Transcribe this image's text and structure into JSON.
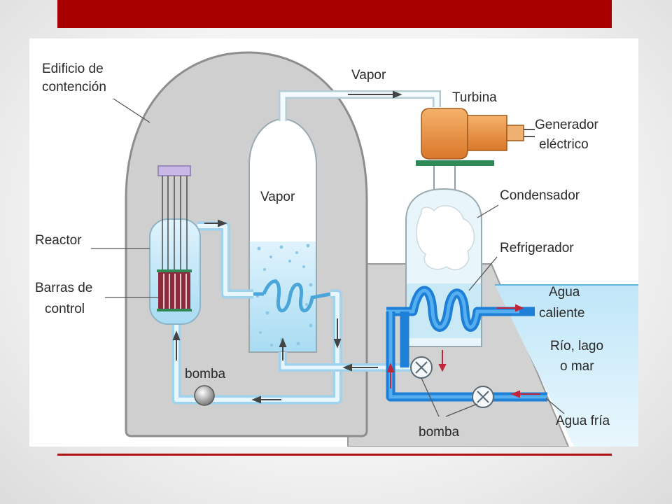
{
  "colors": {
    "header_bar": "#a80000",
    "rule": "#b01010",
    "building_fill": "#cfcfcf",
    "water_primary": "#bfe4f5",
    "water_secondary": "#2f8fe0",
    "turbine": "#e8943a",
    "generator_stand": "#2e8b57",
    "control_rods": "#8b2c3c"
  },
  "labels": {
    "containment_building": [
      "Edificio de",
      "contención"
    ],
    "vapor_pipe": "Vapor",
    "turbine": "Turbina",
    "generator": [
      "Generador",
      "eléctrico"
    ],
    "vapor_vessel": "Vapor",
    "condenser": "Condensador",
    "reactor": "Reactor",
    "refrigerator": "Refrigerador",
    "control_rods": [
      "Barras de",
      "control"
    ],
    "hot_water": [
      "Agua",
      "caliente"
    ],
    "river": [
      "Río, lago",
      "o mar"
    ],
    "pump_inner": "bomba",
    "pump_outer": "bomba",
    "cold_water": "Agua fría"
  }
}
